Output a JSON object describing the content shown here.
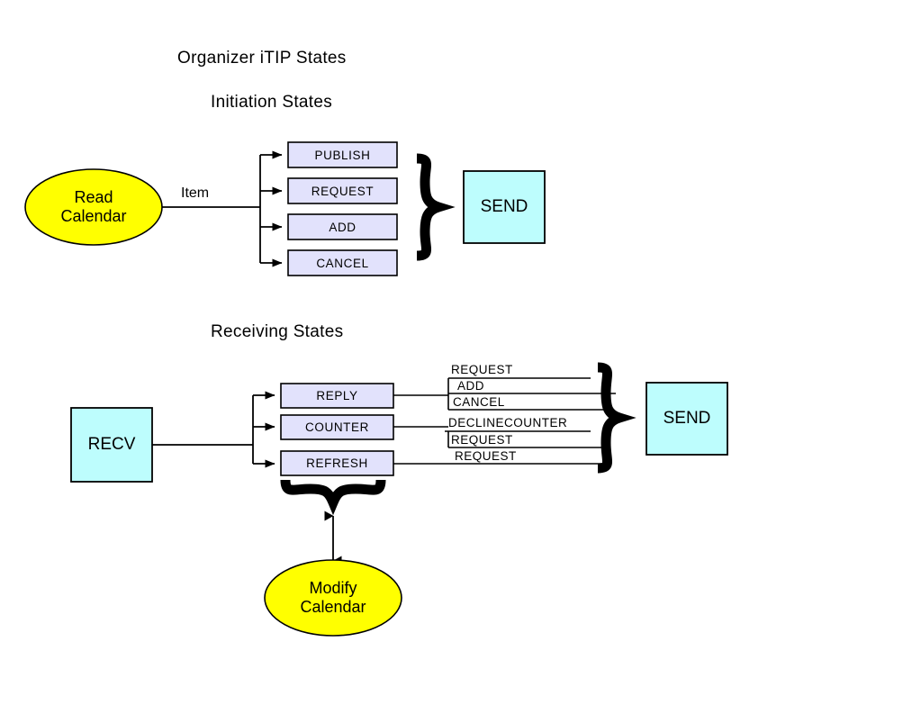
{
  "titles": {
    "main": "Organizer iTIP States",
    "initiation": "Initiation States",
    "receiving": "Receiving States"
  },
  "colors": {
    "ellipse_fill": "#FFFF00",
    "message_box_fill": "#E2E2FC",
    "terminal_box_fill": "#BDFDFD",
    "stroke": "#000000",
    "background": "#FFFFFF"
  },
  "initiation": {
    "source": {
      "label_line1": "Read",
      "label_line2": "Calendar",
      "shape": "ellipse"
    },
    "edge_label": "Item",
    "states": [
      {
        "label": "PUBLISH"
      },
      {
        "label": "REQUEST"
      },
      {
        "label": "ADD"
      },
      {
        "label": "CANCEL"
      }
    ],
    "brace": "right-curly-brace",
    "target": {
      "label": "SEND",
      "shape": "rect"
    }
  },
  "receiving": {
    "source": {
      "label": "RECV",
      "shape": "rect"
    },
    "states": [
      {
        "label": "REPLY",
        "responses": [
          "REQUEST",
          "ADD",
          "CANCEL"
        ]
      },
      {
        "label": "COUNTER",
        "responses": [
          "DECLINECOUNTER",
          "REQUEST"
        ]
      },
      {
        "label": "REFRESH",
        "responses": [
          "REQUEST"
        ]
      }
    ],
    "brace": "right-curly-brace",
    "target": {
      "label": "SEND",
      "shape": "rect"
    },
    "bottom_brace": "down-curly-brace",
    "modify": {
      "label_line1": "Modify",
      "label_line2": "Calendar",
      "shape": "ellipse"
    }
  }
}
